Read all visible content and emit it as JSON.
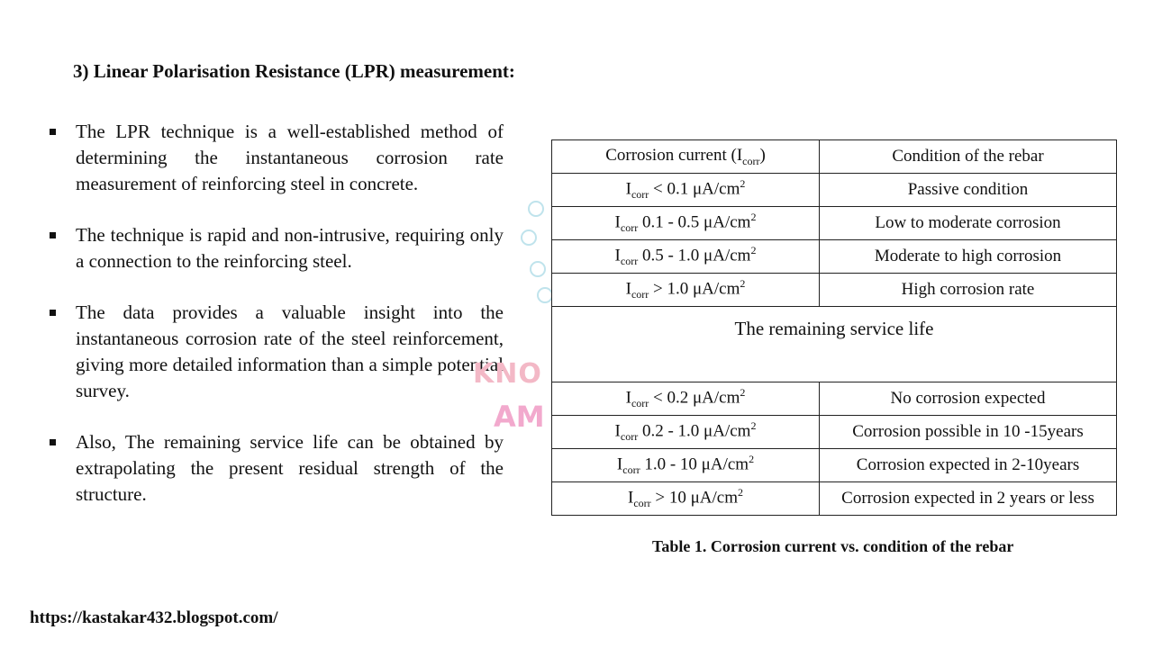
{
  "title": "3) Linear Polarisation Resistance (LPR) measurement:",
  "bullets": [
    "The LPR technique is a well-established method of determining the instantaneous corrosion rate measurement of reinforcing steel in concrete.",
    "The technique is rapid and non-intrusive, requiring only a connection to the reinforcing steel.",
    "The data provides a valuable insight into the instantaneous corrosion rate of the steel reinforcement, giving more detailed information than a simple potential survey.",
    "Also, The remaining service life can be obtained by extrapolating the present residual strength of the structure."
  ],
  "watermark": {
    "line1": "KNO",
    "line2": "AM"
  },
  "table": {
    "header": {
      "col1_prefix": "Corrosion current (I",
      "col1_sub": "corr",
      "col1_suffix": ")",
      "col2": "Condition of the rebar"
    },
    "rows": [
      {
        "sym": "I",
        "sub": "corr",
        "range": " < 0.1 μA/cm",
        "sup": "2",
        "condition": "Passive condition"
      },
      {
        "sym": "I",
        "sub": "corr",
        "range": " 0.1 - 0.5 μA/cm",
        "sup": "2",
        "condition": "Low to moderate corrosion"
      },
      {
        "sym": "I",
        "sub": "corr",
        "range": " 0.5 - 1.0 μA/cm",
        "sup": "2",
        "condition": "Moderate to high corrosion"
      },
      {
        "sym": "I",
        "sub": "corr",
        "range": " > 1.0 μA/cm",
        "sup": "2",
        "condition": "High corrosion rate"
      }
    ],
    "section_label": "The remaining service life",
    "rows2": [
      {
        "sym": "I",
        "sub": "corr",
        "range": " < 0.2 μA/cm",
        "sup": "2",
        "condition": "No corrosion expected"
      },
      {
        "sym": "I",
        "sub": "corr",
        "range": " 0.2 - 1.0 μA/cm",
        "sup": "2",
        "condition": "Corrosion possible in 10 -15years"
      },
      {
        "sym": "I",
        "sub": "corr",
        "range": " 1.0 - 10 μA/cm",
        "sup": "2",
        "condition": "Corrosion expected in 2-10years"
      },
      {
        "sym": "I",
        "sub": "corr",
        "range": " > 10 μA/cm",
        "sup": "2",
        "condition": "Corrosion expected in 2 years or less"
      }
    ]
  },
  "caption": "Table 1. Corrosion  current  vs. condition  of the rebar",
  "url": "https://kastakar432.blogspot.com/"
}
